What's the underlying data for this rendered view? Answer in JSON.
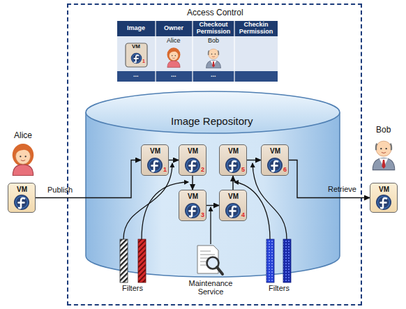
{
  "diagram": {
    "nodes": [
      {
        "text": [
          "Access Control"
        ]
      },
      {
        "text": [
          "VM"
        ]
      },
      {
        "text": [
          "Image Repository"
        ],
        "in": 0
      },
      {
        "text": [
          "VM",
          "1"
        ],
        "in": 2
      },
      {
        "text": [
          "VM",
          "2"
        ],
        "in": 2
      },
      {
        "text": [
          "VM",
          "3"
        ],
        "in": 2
      },
      {
        "text": [
          "VM",
          "4"
        ],
        "in": 2
      },
      {
        "text": [
          "VM",
          "5"
        ],
        "in": 2
      },
      {
        "text": [
          "VM",
          "6"
        ],
        "in": 2
      },
      {
        "text": [
          "VM"
        ]
      }
    ],
    "edges": [
      {
        "from": 1,
        "to": 3,
        "arrow": "to",
        "label": "Publish"
      },
      {
        "from": 3,
        "to": 4,
        "arrow": "to"
      },
      {
        "from": 4,
        "to": 5,
        "arrow": "to"
      },
      {
        "from": 5,
        "to": 6,
        "arrow": "to"
      },
      {
        "from": 6,
        "to": 7,
        "arrow": "to"
      },
      {
        "from": 7,
        "to": 8,
        "arrow": "to"
      },
      {
        "from": 8,
        "to": 9,
        "arrow": "to",
        "label": "Retrieve"
      }
    ],
    "labels": [
      "Image",
      "Owner",
      "Checkout Permission",
      "Checkin Permission",
      "VM",
      "1",
      "Alice",
      "Bob",
      "...",
      "...",
      "...",
      "Alice",
      "Bob",
      "Filters",
      "Maintenance Service",
      "Filters"
    ]
  }
}
